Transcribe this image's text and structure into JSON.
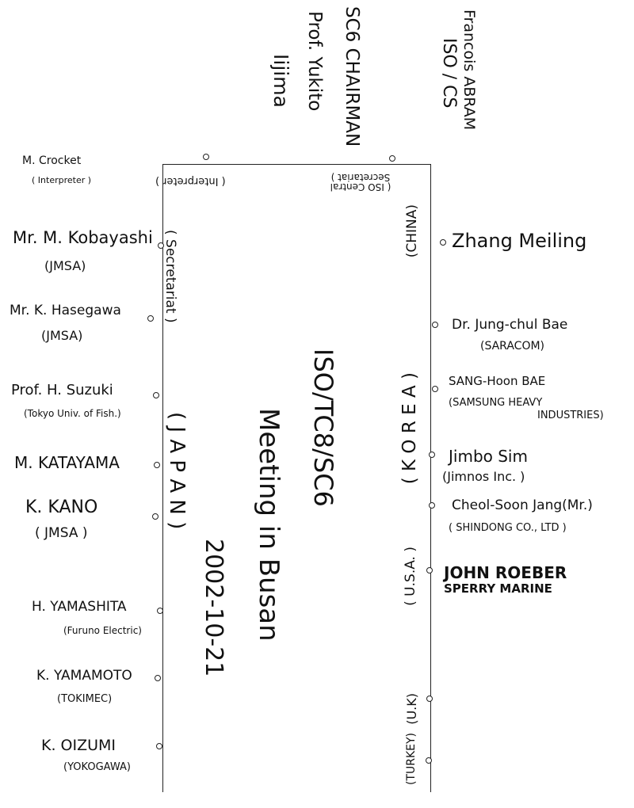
{
  "top": {
    "abram_name": "Francois ABRAM",
    "abram_role": "ISO / CS",
    "chair_title": "SC6 CHAIRMAN",
    "chair_name": "Prof. Yukito",
    "chair_surname": "Iijima",
    "crocket_name": "M. Crocket",
    "crocket_role": "( Interpreter )"
  },
  "table": {
    "interpreter_label": "( Interpreter )",
    "iso_central_secretariat": "( ISO Central Secretariat )",
    "secretariat_label": "( Secretariat )",
    "title": "ISO/TC8/SC6",
    "subtitle": "Meeting in Busan",
    "date": "2002-10-21"
  },
  "countries": {
    "japan": "( J A P A N )",
    "china": "(CHINA)",
    "korea": "( K O R E A )",
    "usa": "( U.S.A. )",
    "uk": "(U.K)",
    "turkey": "(TURKEY)"
  },
  "left": [
    {
      "name": "Mr. M. Kobayashi",
      "org": "(JMSA)"
    },
    {
      "name": "Mr. K. Hasegawa",
      "org": "(JMSA)"
    },
    {
      "name": "Prof. H. Suzuki",
      "org": "(Tokyo Univ. of Fish.)"
    },
    {
      "name": "M. KATAYAMA",
      "org": ""
    },
    {
      "name": "K. KANO",
      "org": "( JMSA )"
    },
    {
      "name": "H. YAMASHITA",
      "org": "(Furuno Electric)"
    },
    {
      "name": "K. YAMAMOTO",
      "org": "(TOKIMEC)"
    },
    {
      "name": "K. OIZUMI",
      "org": "(YOKOGAWA)"
    }
  ],
  "right": [
    {
      "name": "Zhang Meiling",
      "org": ""
    },
    {
      "name": "Dr. Jung-chul Bae",
      "org": "(SARACOM)"
    },
    {
      "name": "SANG-Hoon BAE",
      "org": "(SAMSUNG HEAVY",
      "org2": "INDUSTRIES)"
    },
    {
      "name": "Jimbo Sim",
      "org": "(Jimnos Inc. )"
    },
    {
      "name": "Cheol-Soon Jang(Mr.)",
      "org": "( SHINDONG CO., LTD )"
    },
    {
      "name": "JOHN ROEBER",
      "org": "SPERRY MARINE"
    }
  ]
}
